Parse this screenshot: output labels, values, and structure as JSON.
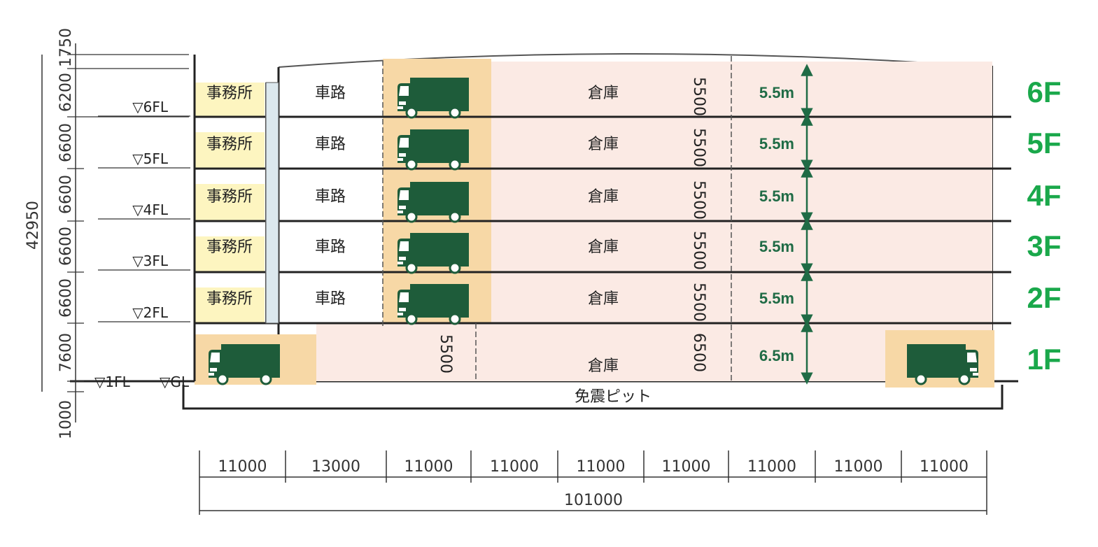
{
  "diagram": {
    "total_height": "42950",
    "storey_heights": [
      "1750",
      "6200",
      "6600",
      "6600",
      "6600",
      "6600",
      "7600",
      "1000"
    ],
    "floor_levels": [
      "▽6FL",
      "▽5FL",
      "▽4FL",
      "▽3FL",
      "▽2FL",
      "▽1FL",
      "▽GL"
    ],
    "floors": [
      {
        "floor": "6F",
        "clear_height": "5.5m",
        "ceiling": "5500",
        "office": "事務所",
        "road": "車路",
        "warehouse": "倉庫"
      },
      {
        "floor": "5F",
        "clear_height": "5.5m",
        "ceiling": "5500",
        "office": "事務所",
        "road": "車路",
        "warehouse": "倉庫"
      },
      {
        "floor": "4F",
        "clear_height": "5.5m",
        "ceiling": "5500",
        "office": "事務所",
        "road": "車路",
        "warehouse": "倉庫"
      },
      {
        "floor": "3F",
        "clear_height": "5.5m",
        "ceiling": "5500",
        "office": "事務所",
        "road": "車路",
        "warehouse": "倉庫"
      },
      {
        "floor": "2F",
        "clear_height": "5.5m",
        "ceiling": "5500",
        "office": "事務所",
        "road": "車路",
        "warehouse": "倉庫"
      },
      {
        "floor": "1F",
        "clear_height": "6.5m",
        "ceiling": "6500",
        "office": "",
        "road": "",
        "warehouse": "倉庫"
      }
    ],
    "ground_floor_side_ceiling": "5500",
    "pit_label": "免震ピット",
    "bay_widths": [
      "11000",
      "13000",
      "11000",
      "11000",
      "11000",
      "11000",
      "11000",
      "11000",
      "11000"
    ],
    "total_width": "101000",
    "colors": {
      "truck": "#1e5c3a",
      "dock": "#f7d8a6",
      "office": "#fdf5c0",
      "warehouse": "#fbeae4",
      "floor_label": "#1aa84b",
      "height_label": "#1f6b45"
    },
    "icons": [
      "truck-icon",
      "height-arrow-icon"
    ]
  }
}
